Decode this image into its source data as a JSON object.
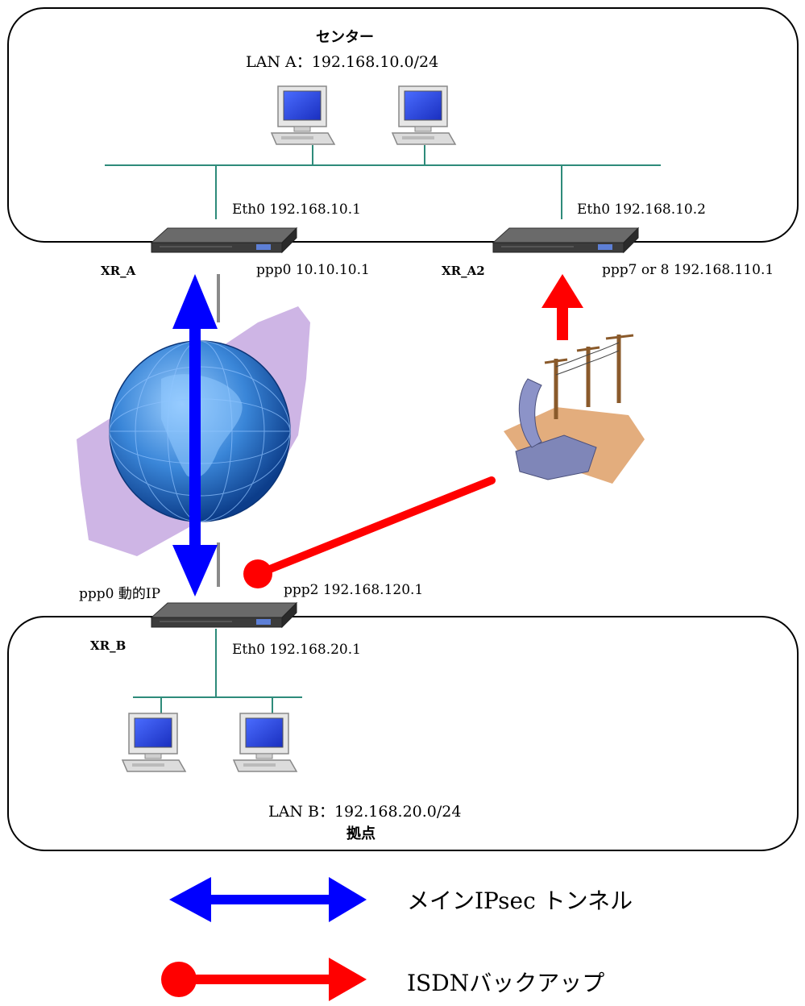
{
  "center": {
    "title": "センター",
    "lan": "LAN A：192.168.10.0/24"
  },
  "branch": {
    "title": "拠点",
    "lan": "LAN B：192.168.20.0/24"
  },
  "routers": {
    "xr_a": {
      "name": "XR_A",
      "eth0": "Eth0 192.168.10.1",
      "ppp0": "ppp0 10.10.10.1"
    },
    "xr_a2": {
      "name": "XR_A2",
      "eth0": "Eth0 192.168.10.2",
      "ppp": "ppp7 or 8 192.168.110.1"
    },
    "xr_b": {
      "name": "XR_B",
      "eth0": "Eth0 192.168.20.1",
      "ppp0": "ppp0 動的IP",
      "ppp2": "ppp2 192.168.120.1"
    }
  },
  "legend": {
    "main_tunnel": "メインIPsec トンネル",
    "isdn_backup": "ISDNバックアップ"
  },
  "colors": {
    "main_tunnel": "#0000ff",
    "isdn_backup": "#ff0000",
    "lan_line": "#2e8b7a"
  },
  "icons": [
    "pc-icon",
    "router-icon",
    "globe-icon",
    "telephone-icon"
  ]
}
